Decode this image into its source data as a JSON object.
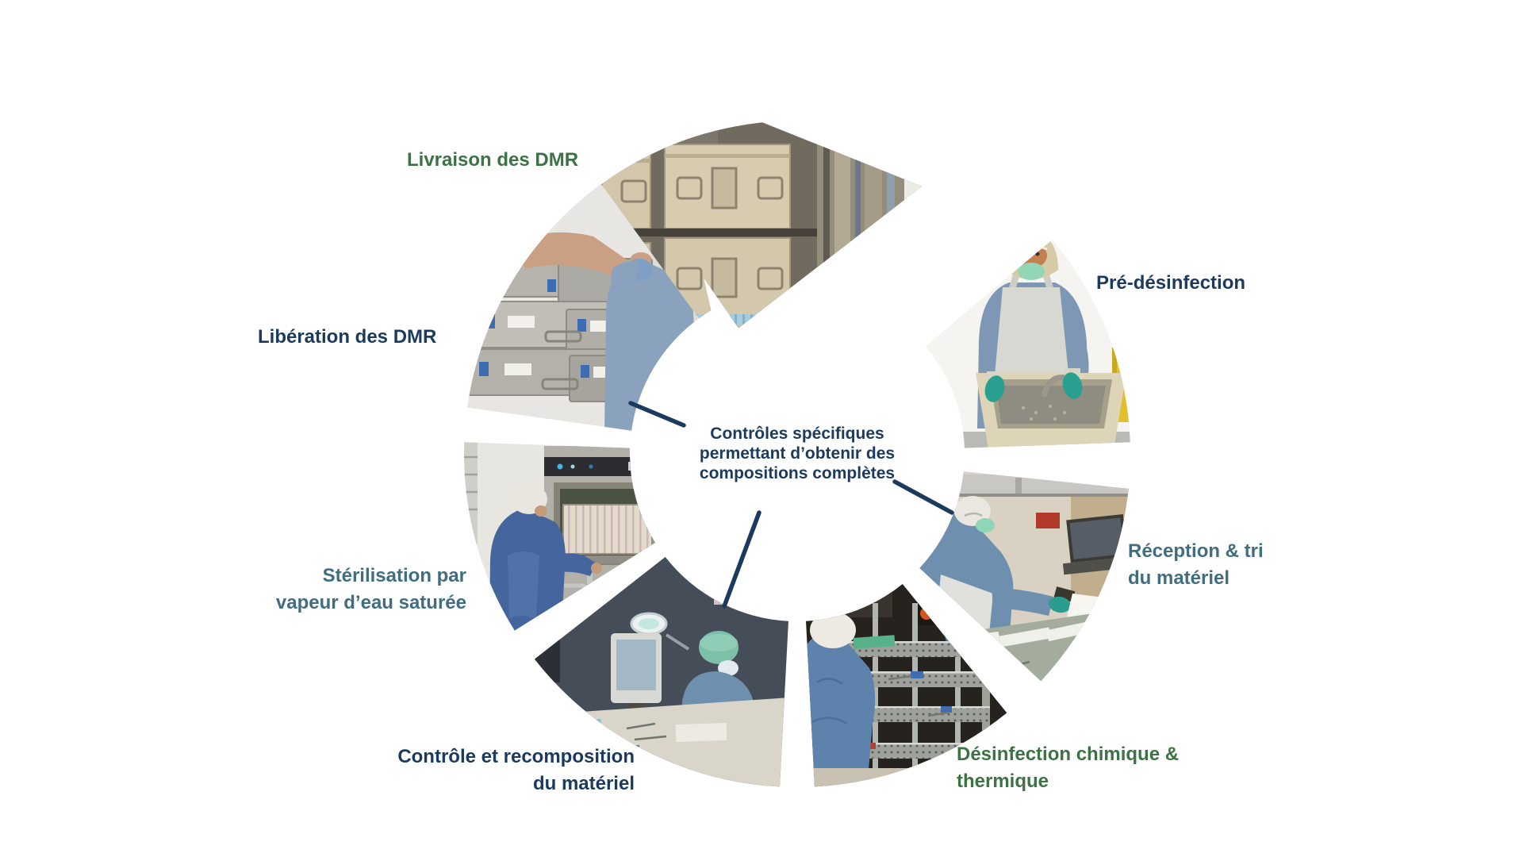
{
  "diagram": {
    "center_note": {
      "lines": [
        "Contrôles spécifiques",
        "permettant d’obtenir des",
        "compositions complètes"
      ],
      "color": "#1b3a5e"
    },
    "steps": [
      {
        "id": "livraison",
        "label_lines": [
          "Livraison des DMR"
        ],
        "color": "#3d7245",
        "photo": "storage-cabinet-with-sterile-containers"
      },
      {
        "id": "pre-desinfection",
        "label_lines": [
          "Pré-désinfection"
        ],
        "color": "#1b3a5e",
        "photo": "worker-soaking-instruments-in-tub"
      },
      {
        "id": "reception-tri",
        "label_lines": [
          "Réception & tri",
          "du matériel"
        ],
        "color": "#406e80",
        "photo": "worker-scanning-received-material"
      },
      {
        "id": "desinfection",
        "label_lines": [
          "Désinfection chimique &",
          "thermique"
        ],
        "color": "#3d7245",
        "photo": "washer-disinfector-rack-loading"
      },
      {
        "id": "controle-recomposition",
        "label_lines": [
          "Contrôle et recomposition",
          "du matériel"
        ],
        "color": "#1b3a5e",
        "photo": "inspection-workstation-with-monitor"
      },
      {
        "id": "sterilisation",
        "label_lines": [
          "Stérilisation par",
          "vapeur d’eau saturée"
        ],
        "color": "#406e80",
        "photo": "steam-autoclave-loading"
      },
      {
        "id": "liberation",
        "label_lines": [
          "Libération des DMR"
        ],
        "color": "#1b3a5e",
        "photo": "stacked-sterile-containers-release"
      }
    ],
    "palette": {
      "navy": "#1b3a5e",
      "green": "#3d7245",
      "teal_slate": "#406e80",
      "leader_line": "#1b3a5e"
    }
  }
}
